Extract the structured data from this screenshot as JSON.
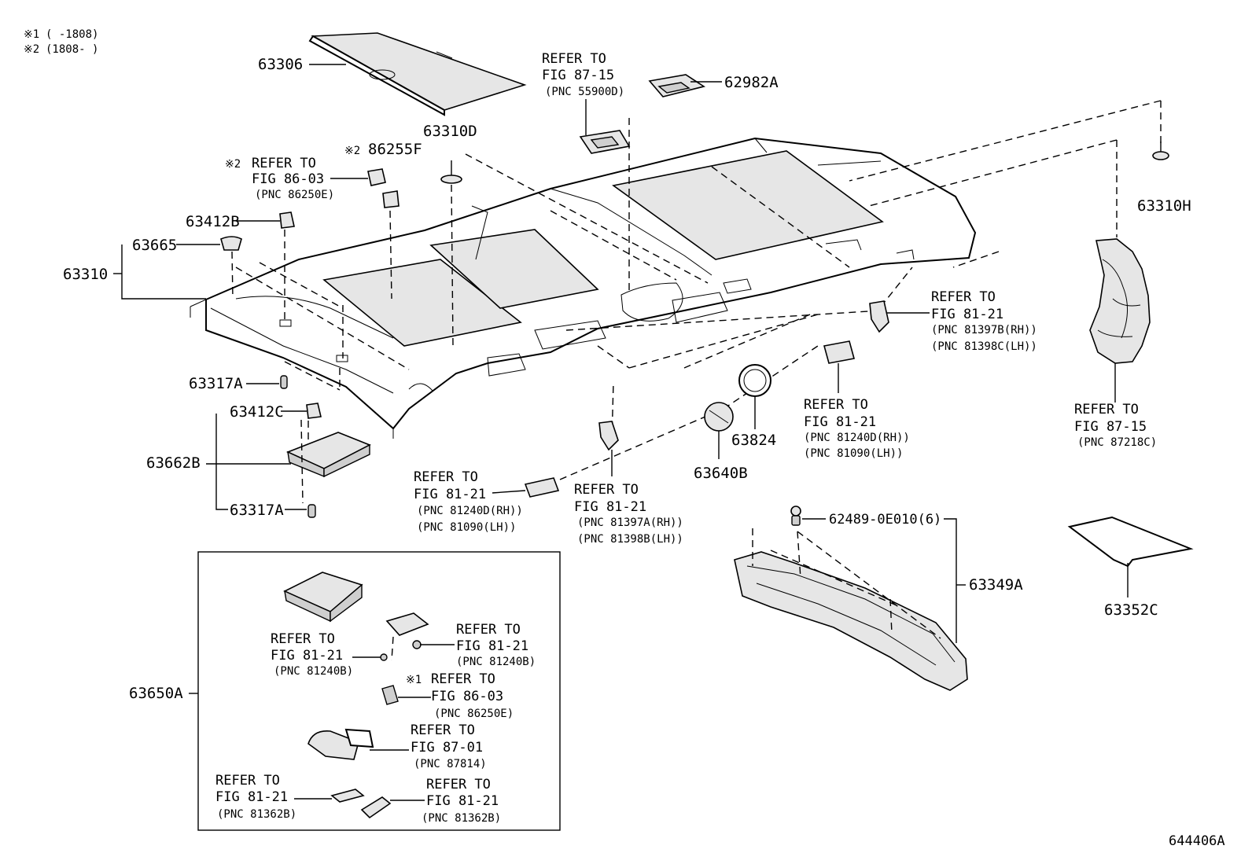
{
  "notes": [
    {
      "mark": "※1",
      "text": "(      -1808)"
    },
    {
      "mark": "※2",
      "text": "(1808-      )"
    }
  ],
  "part_numbers": {
    "p63306": "63306",
    "p62982A": "62982A",
    "p63310D": "63310D",
    "p86255F": "86255F",
    "p63412B": "63412B",
    "p63665": "63665",
    "p63310": "63310",
    "p63317A_top": "63317A",
    "p63412C": "63412C",
    "p63662B": "63662B",
    "p63317A_bottom": "63317A",
    "p63650A": "63650A",
    "p63310H": "63310H",
    "p63824": "63824",
    "p63640B": "63640B",
    "p62489": "62489-0E010(6)",
    "p63349A": "63349A",
    "p63352C": "63352C",
    "mark_86255F": "※2"
  },
  "refs": [
    {
      "id": "r_87_15_top",
      "mark": "",
      "line1": "REFER TO",
      "line2": "FIG 87-15",
      "pnc": "(PNC 55900D)"
    },
    {
      "id": "r_86_03_top",
      "mark": "※2",
      "line1": "REFER TO",
      "line2": "FIG 86-03",
      "pnc": "(PNC 86250E)"
    },
    {
      "id": "r_81_21_right",
      "mark": "",
      "line1": "REFER TO",
      "line2": "FIG 81-21",
      "pnc": "(PNC 81397B(RH))",
      "pnc2": "(PNC 81398C(LH))"
    },
    {
      "id": "r_87_15_right",
      "mark": "",
      "line1": "REFER TO",
      "line2": "FIG 87-15",
      "pnc": "(PNC 87218C)"
    },
    {
      "id": "r_81_21_midright",
      "mark": "",
      "line1": "REFER TO",
      "line2": "FIG 81-21",
      "pnc": "(PNC 81240D(RH))",
      "pnc2": "(PNC 81090(LH))"
    },
    {
      "id": "r_81_21_midleft",
      "mark": "",
      "line1": "REFER TO",
      "line2": "FIG 81-21",
      "pnc": "(PNC 81240D(RH))",
      "pnc2": "(PNC 81090(LH))"
    },
    {
      "id": "r_81_21_mid",
      "mark": "",
      "line1": "REFER TO",
      "line2": "FIG 81-21",
      "pnc": "(PNC 81397A(RH))",
      "pnc2": "(PNC 81398B(LH))"
    },
    {
      "id": "r_box_81_21_a",
      "mark": "",
      "line1": "REFER TO",
      "line2": "FIG 81-21",
      "pnc": "(PNC 81240B)"
    },
    {
      "id": "r_box_81_21_b",
      "mark": "",
      "line1": "REFER TO",
      "line2": "FIG 81-21",
      "pnc": "(PNC 81240B)"
    },
    {
      "id": "r_box_86_03",
      "mark": "※1",
      "line1": "REFER TO",
      "line2": "FIG 86-03",
      "pnc": "(PNC 86250E)"
    },
    {
      "id": "r_box_87_01",
      "mark": "",
      "line1": "REFER TO",
      "line2": "FIG 87-01",
      "pnc": "(PNC 87814)"
    },
    {
      "id": "r_box_81_21_c",
      "mark": "",
      "line1": "REFER TO",
      "line2": "FIG 81-21",
      "pnc": "(PNC 81362B)"
    },
    {
      "id": "r_box_81_21_d",
      "mark": "",
      "line1": "REFER TO",
      "line2": "FIG 81-21",
      "pnc": "(PNC 81362B)"
    }
  ],
  "figure_id": "644406A"
}
